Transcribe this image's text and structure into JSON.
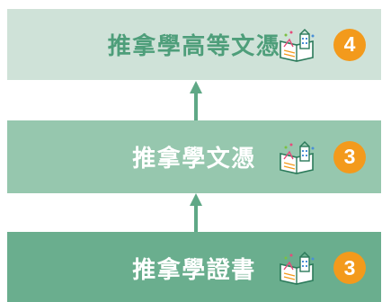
{
  "colors": {
    "top_box": "#cfe2d8",
    "mid_box": "#96c7ae",
    "bottom_box": "#6aae8e",
    "arrow": "#5fa886",
    "badge": "#f39a1c"
  },
  "levels": [
    {
      "label": "推拿學高等文憑",
      "badge": "4",
      "icon": "book-building-icon"
    },
    {
      "label": "推拿學文憑",
      "badge": "3",
      "icon": "book-building-icon"
    },
    {
      "label": "推拿學證書",
      "badge": "3",
      "icon": "book-building-icon"
    }
  ]
}
